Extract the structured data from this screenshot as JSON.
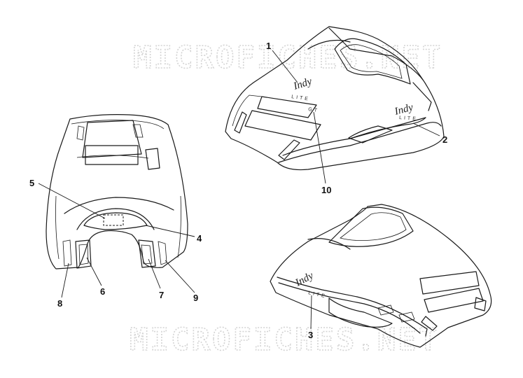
{
  "watermark": {
    "top": "MICROFICHES.NET",
    "bottom": "MICROFICHES.NET"
  },
  "decals": {
    "hood_script": "Indy",
    "hood_suffix_1": "LITE",
    "hood_suffix_2": "GT",
    "side_script": "Indy",
    "side_suffix": "LITE",
    "lower_script": "Indy",
    "lower_suffix": "LITE"
  },
  "callouts": [
    {
      "id": "1",
      "label": "1"
    },
    {
      "id": "2",
      "label": "2"
    },
    {
      "id": "3",
      "label": "3"
    },
    {
      "id": "4",
      "label": "4"
    },
    {
      "id": "5",
      "label": "5"
    },
    {
      "id": "6",
      "label": "6"
    },
    {
      "id": "7",
      "label": "7"
    },
    {
      "id": "8",
      "label": "8"
    },
    {
      "id": "9",
      "label": "9"
    },
    {
      "id": "10",
      "label": "10"
    }
  ]
}
